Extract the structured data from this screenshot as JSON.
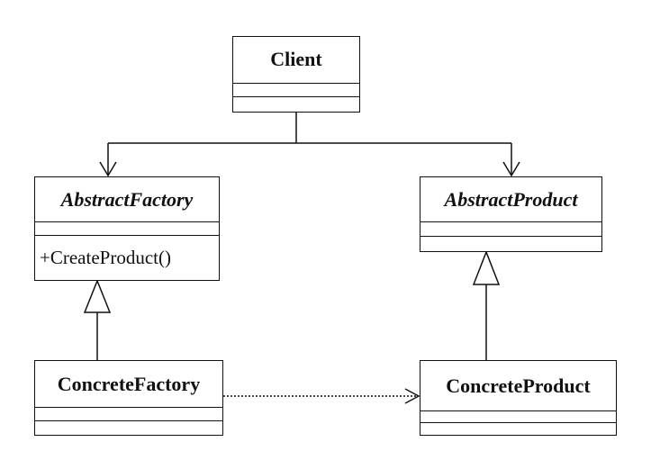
{
  "classes": {
    "client": {
      "name": "Client"
    },
    "abstract_factory": {
      "name": "AbstractFactory",
      "operation": "+CreateProduct()"
    },
    "abstract_product": {
      "name": "AbstractProduct"
    },
    "concrete_factory": {
      "name": "ConcreteFactory"
    },
    "concrete_product": {
      "name": "ConcreteProduct"
    }
  }
}
